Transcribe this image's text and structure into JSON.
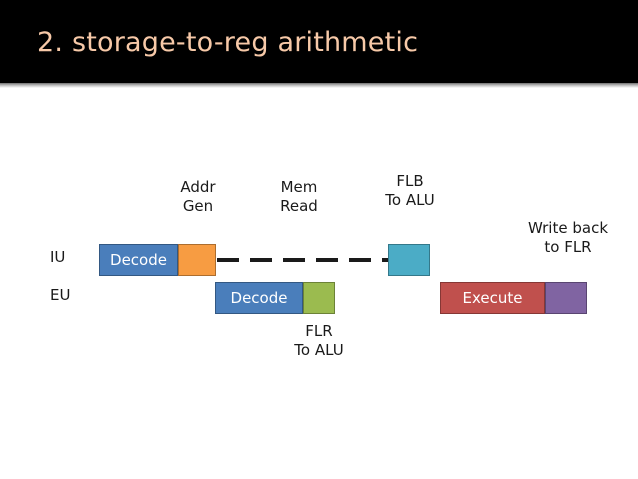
{
  "slide": {
    "title": "2. storage-to-reg arithmetic",
    "title_band_color": "#000000",
    "title_text_color": "#f7c9a8",
    "background_color": "#ffffff"
  },
  "diagram": {
    "row_labels": [
      {
        "name": "iu",
        "text": "IU"
      },
      {
        "name": "eu",
        "text": "EU"
      }
    ],
    "annotations": [
      {
        "name": "addr-gen",
        "text": "Addr\nGen"
      },
      {
        "name": "mem-read",
        "text": "Mem\nRead"
      },
      {
        "name": "flb-to-alu",
        "text": "FLB\nTo ALU"
      },
      {
        "name": "write-back-flr",
        "text": "Write back\nto FLR"
      },
      {
        "name": "flr-to-alu",
        "text": "FLR\nTo ALU"
      }
    ],
    "iu_stages": [
      {
        "name": "iu-decode",
        "label": "Decode",
        "color": "#4A7EBB"
      },
      {
        "name": "iu-addr-gen",
        "label": "",
        "color": "#F79C42"
      },
      {
        "name": "iu-flb",
        "label": "",
        "color": "#4BACC6"
      }
    ],
    "eu_stages": [
      {
        "name": "eu-decode",
        "label": "Decode",
        "color": "#4A7EBB"
      },
      {
        "name": "eu-flr",
        "label": "",
        "color": "#9BBB4F"
      },
      {
        "name": "eu-execute",
        "label": "Execute",
        "color": "#C0504D"
      },
      {
        "name": "eu-write-back",
        "label": "",
        "color": "#8064A2"
      }
    ],
    "connector": {
      "name": "iu-dashed-connector",
      "style": "dashed",
      "color": "#1a1a1a"
    }
  }
}
